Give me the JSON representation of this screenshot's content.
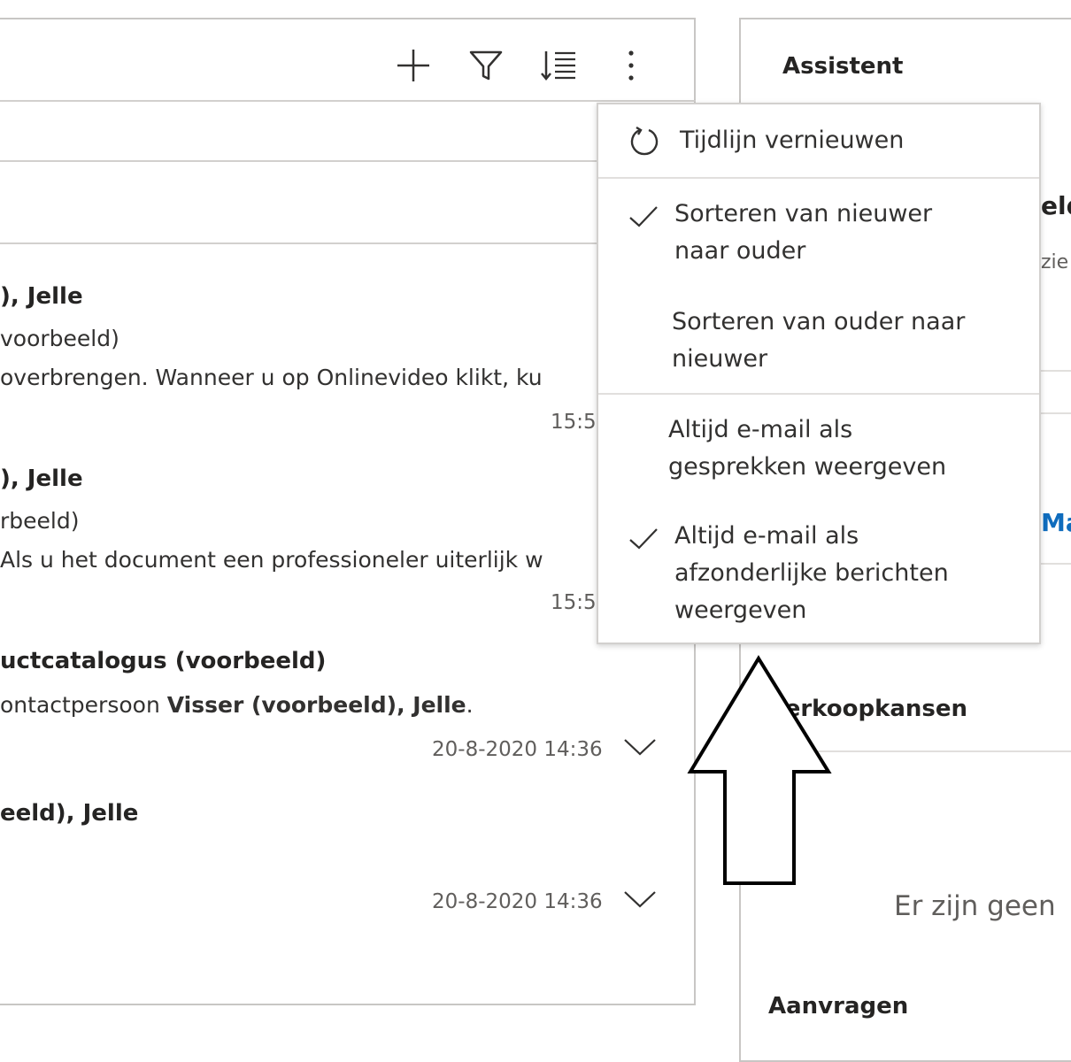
{
  "toolbar": {
    "add_icon": "plus-icon",
    "filter_icon": "filter-icon",
    "sort_icon": "sort-icon",
    "more_icon": "more-vertical-icon"
  },
  "timeline": {
    "entries": [
      {
        "title": "), Jelle",
        "sub1": "voorbeeld)",
        "sub2": "overbrengen. Wanneer u op Onlinevideo klikt, ku",
        "time": "15:5"
      },
      {
        "title": "), Jelle",
        "sub1": "rbeeld)",
        "sub2": "Als u het document een professioneler uiterlijk w",
        "time": "15:5"
      },
      {
        "title": "uctcatalogus (voorbeeld)",
        "sub_pre": "ontactpersoon ",
        "sub_bold": "Visser (voorbeeld), Jelle",
        "sub_post": ".",
        "time": "20-8-2020 14:36"
      },
      {
        "title": "eeld), Jelle",
        "time": "20-8-2020 14:36"
      }
    ]
  },
  "menu": {
    "refresh": "Tijdlijn vernieuwen",
    "sort_newest_l1": "Sorteren van nieuwer",
    "sort_newest_l2": "naar ouder",
    "sort_oldest_l1": "Sorteren van ouder naar",
    "sort_oldest_l2": "nieuwer",
    "conv_l1": "Altijd e-mail als",
    "conv_l2": "gesprekken weergeven",
    "sep_l1": "Altijd e-mail als",
    "sep_l2": "afzonderlijke berichten",
    "sep_l3": "weergeven"
  },
  "assistant": {
    "title": "Assistent",
    "clip1": "eld",
    "clip2": "zie",
    "clip3": "Ma",
    "opportunities": "Verkoopkansen",
    "empty": "Er zijn geen",
    "requests": "Aanvragen"
  },
  "colors": {
    "link": "#0f6cbd",
    "border": "#c8c6c4"
  }
}
